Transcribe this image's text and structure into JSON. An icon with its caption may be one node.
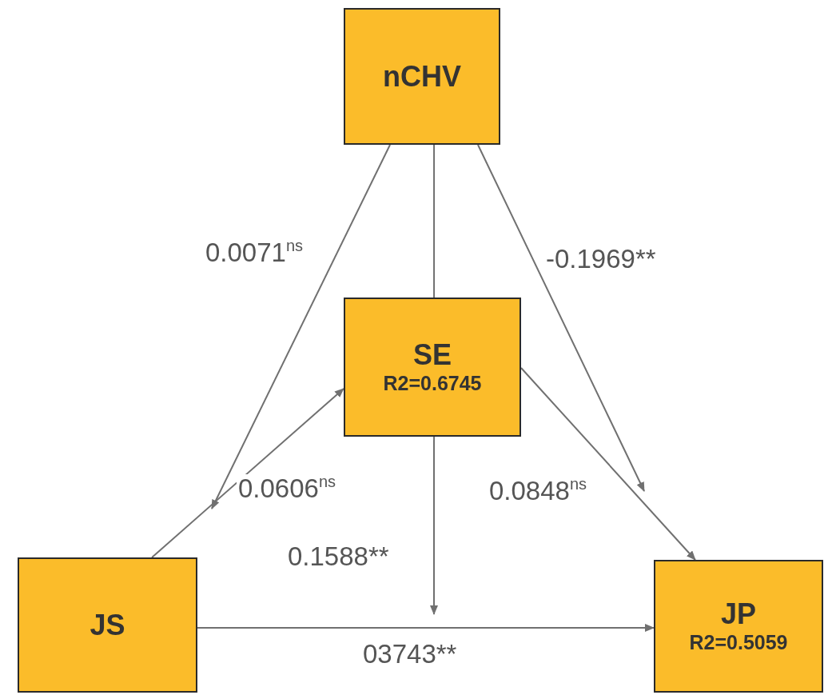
{
  "diagram": {
    "nodes": [
      {
        "text": [
          "nCHV"
        ]
      },
      {
        "text": [
          "SE",
          "R2=0.6745"
        ]
      },
      {
        "text": [
          "JS"
        ]
      },
      {
        "text": [
          "JP",
          "R2=0.5059"
        ]
      }
    ],
    "edges": [
      {
        "from": 0,
        "to": null,
        "arrow": "to",
        "label": "0.0071$^{ns}$"
      },
      {
        "from": 2,
        "to": 1,
        "arrow": "to",
        "label": "0.0606$^{ns}$"
      },
      {
        "from": 0,
        "to": null,
        "arrow": "to",
        "label": "0.1588**"
      },
      {
        "from": 0,
        "to": null,
        "arrow": "to",
        "label": "-0.1969**"
      },
      {
        "from": 1,
        "to": 3,
        "arrow": "to",
        "label": "0.0848$^{ns}$"
      },
      {
        "from": 2,
        "to": 3,
        "arrow": "to",
        "label": "03743**"
      }
    ]
  }
}
